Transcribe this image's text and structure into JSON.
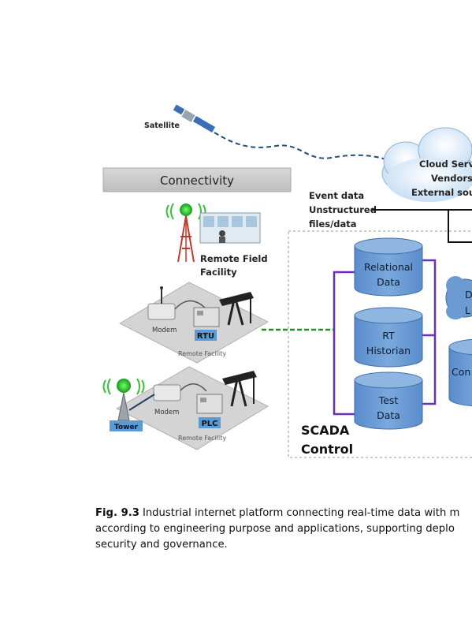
{
  "satellite_label": "Satellite",
  "connectivity_label": "Connectivity",
  "cloud": {
    "line1": "Cloud Serv",
    "line2": "Vendors",
    "line3": "External sou"
  },
  "event_data": {
    "line1": "Event data",
    "line2": "Unstructured",
    "line3": "files/data"
  },
  "remote_field_facility": {
    "line1": "Remote Field",
    "line2": "Facility"
  },
  "facility_top": {
    "modem": "Modem",
    "rtu": "RTU",
    "facility": "Remote Facility"
  },
  "facility_bottom": {
    "modem": "Modem",
    "plc": "PLC",
    "tower": "Tower",
    "facility": "Remote Facility"
  },
  "databases": {
    "relational": {
      "line1": "Relational",
      "line2": "Data"
    },
    "historian": {
      "line1": "RT",
      "line2": "Historian"
    },
    "test": {
      "line1": "Test",
      "line2": "Data"
    }
  },
  "right_partial": {
    "cloud_line1": "D",
    "cloud_line2": "L",
    "cyl_label": "Con"
  },
  "scada": {
    "line1": "SCADA",
    "line2": "Control"
  },
  "caption": {
    "fig": "Fig. 9.3",
    "line1": "Industrial internet platform connecting real-time data with m",
    "line2": "according to engineering purpose and applications, supporting deplo",
    "line3": "security and governance."
  },
  "colors": {
    "cylinder_fill": "#6b9bd1",
    "cylinder_top": "#8fb6e0",
    "purple_line": "#6a2fb3",
    "green_dashed": "#1f8f2a",
    "satellite_path": "#1f4e79",
    "label_box": "#5b9bd5"
  }
}
